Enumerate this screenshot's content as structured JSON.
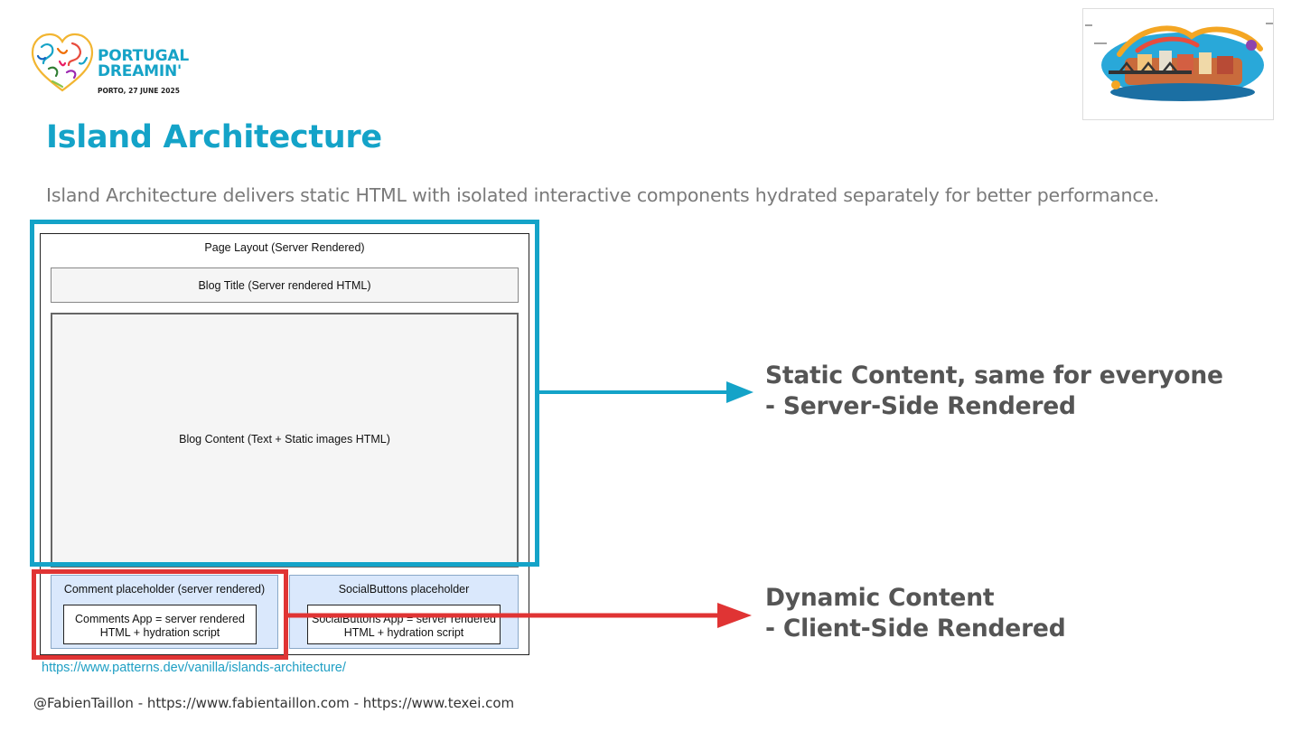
{
  "brand": {
    "logo_line1": "PORTUGAL",
    "logo_line2": "DREAMIN'",
    "logo_sub": "PORTO, 27 JUNE 2025"
  },
  "slide": {
    "title": "Island Architecture",
    "subtitle": "Island Architecture delivers static HTML with isolated interactive components hydrated separately for better performance."
  },
  "diagram": {
    "page_layout": "Page Layout (Server Rendered)",
    "blog_title": "Blog Title (Server rendered HTML)",
    "blog_content": "Blog Content (Text + Static images HTML)",
    "comment_placeholder": "Comment placeholder (server rendered)",
    "comments_app_line1": "Comments App = server rendered",
    "comments_app_line2": "HTML + hydration script",
    "social_placeholder": "SocialButtons placeholder",
    "social_app_line1": "SocialButtons App = server rendered",
    "social_app_line2": "HTML + hydration script"
  },
  "labels": {
    "static_line1": "Static Content, same for everyone",
    "static_line2": "- Server-Side Rendered",
    "dynamic_line1": "Dynamic Content",
    "dynamic_line2": "- Client-Side Rendered"
  },
  "colors": {
    "accent_blue": "#14a3c8",
    "accent_red": "#e03434",
    "label_gray": "#555555"
  },
  "source_link": "https://www.patterns.dev/vanilla/islands-architecture/",
  "footer": "@FabienTaillon - https://www.fabientaillon.com - https://www.texei.com"
}
